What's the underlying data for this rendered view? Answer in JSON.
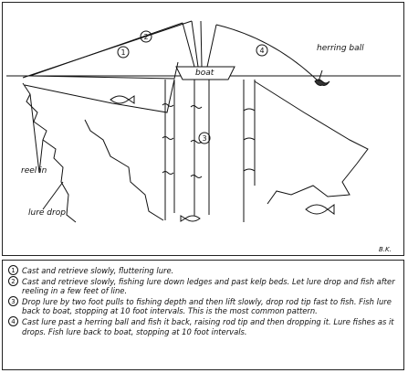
{
  "diagram": {
    "labels": {
      "boat": "boat",
      "herring_ball": "herring ball",
      "reel_in": "reel in",
      "lure_drop": "lure drop",
      "initials": "B.K."
    },
    "technique_markers": [
      "1",
      "2",
      "3",
      "4"
    ]
  },
  "legend": {
    "items": [
      {
        "number": "1",
        "text": "Cast and retrieve slowly, fluttering lure."
      },
      {
        "number": "2",
        "text": "Cast and retrieve slowly, fishing lure down ledges and past kelp beds. Let lure drop and fish after reeling in a few feet of line."
      },
      {
        "number": "3",
        "text": "Drop lure by two foot pulls to fishing depth and then lift slowly, drop rod tip fast to fish. Fish lure back to boat, stopping at 10 foot intervals. This is the most common pattern."
      },
      {
        "number": "4",
        "text": "Cast lure past a herring ball and fish it back, raising rod tip and then dropping it. Lure fishes as it drops. Fish lure back to boat, stopping at 10 foot intervals."
      }
    ]
  }
}
